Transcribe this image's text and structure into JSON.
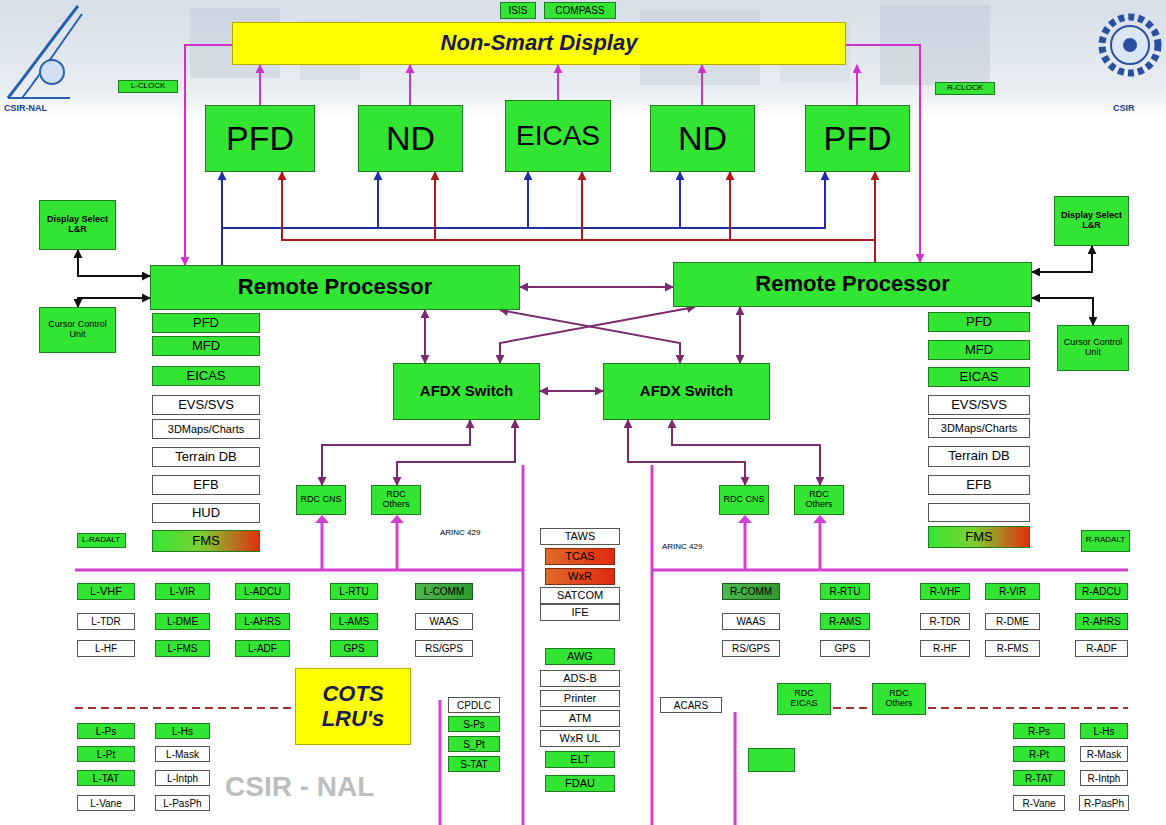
{
  "diagram": {
    "nodes": [
      {
        "text": [
          "L-CLOCK"
        ]
      },
      {
        "text": [
          "ISIS"
        ]
      },
      {
        "text": [
          "COMPASS"
        ]
      },
      {
        "text": [
          "Non-Smart Display"
        ]
      },
      {
        "text": [
          "R-CLOCK"
        ]
      },
      {
        "text": [
          "PFD"
        ]
      },
      {
        "text": [
          "ND"
        ]
      },
      {
        "text": [
          "EICAS"
        ]
      },
      {
        "text": [
          "ND"
        ]
      },
      {
        "text": [
          "PFD"
        ]
      },
      {
        "text": [
          "Display Select L&R"
        ]
      },
      {
        "text": [
          "Display Select L&R"
        ]
      },
      {
        "text": [
          "Remote Processor"
        ]
      },
      {
        "text": [
          "Remote Processor"
        ]
      },
      {
        "text": [
          "Cursor Control Unit"
        ]
      },
      {
        "text": [
          "Cursor Control Unit"
        ]
      },
      {
        "text": [
          "PFD"
        ]
      },
      {
        "text": [
          "MFD"
        ]
      },
      {
        "text": [
          "EICAS"
        ]
      },
      {
        "text": [
          "EVS/SVS"
        ]
      },
      {
        "text": [
          "3DMaps/Charts"
        ]
      },
      {
        "text": [
          "Terrain DB"
        ]
      },
      {
        "text": [
          "EFB"
        ]
      },
      {
        "text": [
          "HUD"
        ]
      },
      {
        "text": [
          "FMS"
        ]
      },
      {
        "text": [
          "PFD"
        ]
      },
      {
        "text": [
          "MFD"
        ]
      },
      {
        "text": [
          "EICAS"
        ]
      },
      {
        "text": [
          "EVS/SVS"
        ]
      },
      {
        "text": [
          "3DMaps/Charts"
        ]
      },
      {
        "text": [
          "Terrain DB"
        ]
      },
      {
        "text": [
          "EFB"
        ]
      },
      {
        "text": [
          "FMS"
        ]
      },
      {
        "text": [
          "AFDX Switch"
        ]
      },
      {
        "text": [
          "AFDX Switch"
        ]
      },
      {
        "text": [
          "RDC CNS"
        ]
      },
      {
        "text": [
          "RDC Others"
        ]
      },
      {
        "text": [
          "RDC CNS"
        ]
      },
      {
        "text": [
          "RDC Others"
        ]
      },
      {
        "text": [
          "L-RADALT"
        ]
      },
      {
        "text": [
          "R-RADALT"
        ]
      },
      {
        "text": [
          "TAWS"
        ]
      },
      {
        "text": [
          "TCAS"
        ]
      },
      {
        "text": [
          "WxR"
        ]
      },
      {
        "text": [
          "SATCOM"
        ]
      },
      {
        "text": [
          "IFE"
        ]
      },
      {
        "text": [
          "AWG"
        ]
      },
      {
        "text": [
          "ADS-B"
        ]
      },
      {
        "text": [
          "Printer"
        ]
      },
      {
        "text": [
          "ATM"
        ]
      },
      {
        "text": [
          "WxR UL"
        ]
      },
      {
        "text": [
          "ELT"
        ]
      },
      {
        "text": [
          "FDAU"
        ]
      },
      {
        "text": [
          "L-VHF"
        ]
      },
      {
        "text": [
          "L-VIR"
        ]
      },
      {
        "text": [
          "L-ADCU"
        ]
      },
      {
        "text": [
          "L-RTU"
        ]
      },
      {
        "text": [
          "L-COMM"
        ]
      },
      {
        "text": [
          "L-TDR"
        ]
      },
      {
        "text": [
          "L-DME"
        ]
      },
      {
        "text": [
          "L-AHRS"
        ]
      },
      {
        "text": [
          "L-AMS"
        ]
      },
      {
        "text": [
          "WAAS"
        ]
      },
      {
        "text": [
          "L-HF"
        ]
      },
      {
        "text": [
          "L-FMS"
        ]
      },
      {
        "text": [
          "L-ADF"
        ]
      },
      {
        "text": [
          "GPS"
        ]
      },
      {
        "text": [
          "RS/GPS"
        ]
      },
      {
        "text": [
          "R-COMM"
        ]
      },
      {
        "text": [
          "R-RTU"
        ]
      },
      {
        "text": [
          "R-VHF"
        ]
      },
      {
        "text": [
          "R-VIR"
        ]
      },
      {
        "text": [
          "R-ADCU"
        ]
      },
      {
        "text": [
          "WAAS"
        ]
      },
      {
        "text": [
          "R-AMS"
        ]
      },
      {
        "text": [
          "R-TDR"
        ]
      },
      {
        "text": [
          "R-DME"
        ]
      },
      {
        "text": [
          "R-AHRS"
        ]
      },
      {
        "text": [
          "RS/GPS"
        ]
      },
      {
        "text": [
          "GPS"
        ]
      },
      {
        "text": [
          "R-HF"
        ]
      },
      {
        "text": [
          "R-FMS"
        ]
      },
      {
        "text": [
          "R-ADF"
        ]
      },
      {
        "text": [
          "COTS LRU's"
        ]
      },
      {
        "text": [
          "CPDLC"
        ]
      },
      {
        "text": [
          "S-Ps"
        ]
      },
      {
        "text": [
          "S_Pt"
        ]
      },
      {
        "text": [
          "S-TAT"
        ]
      },
      {
        "text": [
          "ACARS"
        ]
      },
      {
        "text": [
          "RDC EICAS"
        ]
      },
      {
        "text": [
          "RDC Others"
        ]
      },
      {
        "text": [
          "L-Ps"
        ]
      },
      {
        "text": [
          "L-Hs"
        ]
      },
      {
        "text": [
          "L-Pt"
        ]
      },
      {
        "text": [
          "L-Mask"
        ]
      },
      {
        "text": [
          "L-TAT"
        ]
      },
      {
        "text": [
          "L-Intph"
        ]
      },
      {
        "text": [
          "L-Vane"
        ]
      },
      {
        "text": [
          "L-PasPh"
        ]
      },
      {
        "text": [
          "R-Ps"
        ]
      },
      {
        "text": [
          "L-Hs"
        ]
      },
      {
        "text": [
          "R-Pt"
        ]
      },
      {
        "text": [
          "R-Mask"
        ]
      },
      {
        "text": [
          "R-TAT"
        ]
      },
      {
        "text": [
          "R-Intph"
        ]
      },
      {
        "text": [
          "R-Vane"
        ]
      },
      {
        "text": [
          "R-PasPh"
        ]
      }
    ],
    "edges": [
      {
        "from": 5,
        "to": 3,
        "arrow": "to"
      },
      {
        "from": 6,
        "to": 3,
        "arrow": "to"
      },
      {
        "from": 7,
        "to": 3,
        "arrow": "to"
      },
      {
        "from": 8,
        "to": 3,
        "arrow": "to"
      },
      {
        "from": 9,
        "to": 3,
        "arrow": "to"
      },
      {
        "from": 3,
        "to": 12,
        "arrow": "to"
      },
      {
        "from": 3,
        "to": 13,
        "arrow": "to"
      },
      {
        "from": 12,
        "to": 5,
        "arrow": "to"
      },
      {
        "from": 12,
        "to": 6,
        "arrow": "to"
      },
      {
        "from": 12,
        "to": 7,
        "arrow": "to"
      },
      {
        "from": 12,
        "to": 8,
        "arrow": "to"
      },
      {
        "from": 12,
        "to": 9,
        "arrow": "to"
      },
      {
        "from": 13,
        "to": 5,
        "arrow": "to"
      },
      {
        "from": 13,
        "to": 6,
        "arrow": "to"
      },
      {
        "from": 13,
        "to": 7,
        "arrow": "to"
      },
      {
        "from": 13,
        "to": 8,
        "arrow": "to"
      },
      {
        "from": 13,
        "to": 9,
        "arrow": "to"
      },
      {
        "from": 12,
        "to": 13,
        "arrow": "both"
      },
      {
        "from": 12,
        "to": 33,
        "arrow": "both"
      },
      {
        "from": 13,
        "to": 34,
        "arrow": "both"
      },
      {
        "from": 12,
        "to": 34,
        "arrow": "both"
      },
      {
        "from": 13,
        "to": 33,
        "arrow": "both"
      },
      {
        "from": 33,
        "to": 34,
        "arrow": "both"
      },
      {
        "from": 33,
        "to": 35,
        "arrow": "both"
      },
      {
        "from": 33,
        "to": 36,
        "arrow": "both"
      },
      {
        "from": 34,
        "to": 37,
        "arrow": "both"
      },
      {
        "from": 34,
        "to": 38,
        "arrow": "both"
      },
      {
        "from": 10,
        "to": 12,
        "arrow": "both"
      },
      {
        "from": 14,
        "to": 12,
        "arrow": "both"
      },
      {
        "from": 11,
        "to": 13,
        "arrow": "both"
      },
      {
        "from": 15,
        "to": 13,
        "arrow": "both"
      }
    ],
    "labels": [
      "CSIR-NAL",
      "CSIR",
      "ARINC 429",
      "ARINC 429",
      "CSIR - NAL"
    ]
  }
}
